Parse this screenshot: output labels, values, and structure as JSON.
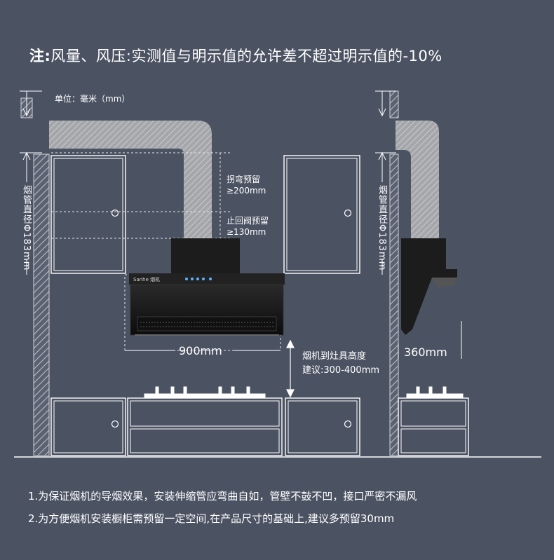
{
  "title": {
    "prefix": "注:",
    "text": "风量、风压:实测值与明示值的允许差不超过明示值的-10%"
  },
  "unit_label": "单位：毫米（mm）",
  "elbow_reserve": {
    "line1": "拐弯预留",
    "line2": "≥200mm"
  },
  "check_valve_reserve": {
    "line1": "止回阀预留",
    "line2": "≥130mm"
  },
  "pipe_diameter_left": "烟管直径Φ183mm",
  "pipe_diameter_right": "烟管直径Φ183mm",
  "width_dim": "900mm",
  "depth_dim": "360mm",
  "height_advice": {
    "line1": "烟机到灶具高度",
    "line2": "建议:300-400mm"
  },
  "hood_brand": "Sanhe 烟机",
  "notes": [
    "1.为保证烟机的导烟效果，安装伸缩管应弯曲自如，管壁不鼓不凹，接口严密不漏风",
    "2.为方便烟机安装橱柜需预留一定空间,在产品尺寸的基础上,建议多预留30mm"
  ],
  "colors": {
    "background": "#4b5363",
    "line": "#ffffff",
    "duct": "#a7a9ad",
    "hood": "#1a1a1a"
  }
}
